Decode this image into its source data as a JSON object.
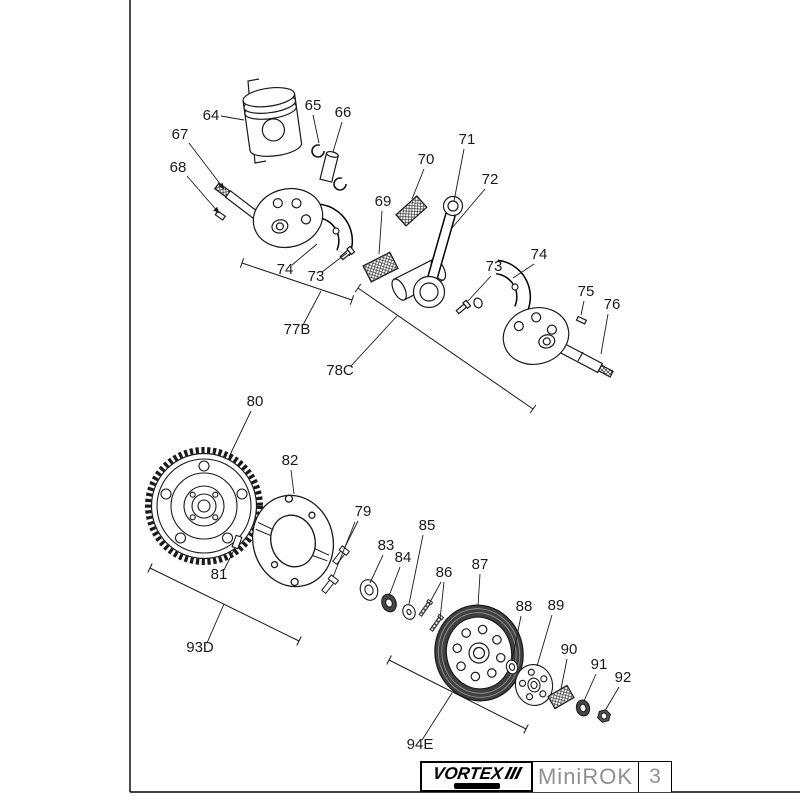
{
  "footer": {
    "brand": "VORTEX",
    "model": "MiniROK",
    "page_number": "3"
  },
  "colors": {
    "line": "#1a1a1a",
    "drum_fill": "#3f3f3f",
    "footer_text": "#909090"
  },
  "diagram": {
    "labels": [
      {
        "text": "64"
      },
      {
        "text": "65"
      },
      {
        "text": "66"
      },
      {
        "text": "67"
      },
      {
        "text": "68"
      },
      {
        "text": "69"
      },
      {
        "text": "70"
      },
      {
        "text": "71"
      },
      {
        "text": "72"
      },
      {
        "text": "73"
      },
      {
        "text": "74"
      },
      {
        "text": "73"
      },
      {
        "text": "74"
      },
      {
        "text": "75"
      },
      {
        "text": "76"
      },
      {
        "text": "77B"
      },
      {
        "text": "78C"
      },
      {
        "text": "80"
      },
      {
        "text": "82"
      },
      {
        "text": "79"
      },
      {
        "text": "81"
      },
      {
        "text": "83"
      },
      {
        "text": "84"
      },
      {
        "text": "85"
      },
      {
        "text": "86"
      },
      {
        "text": "87"
      },
      {
        "text": "88"
      },
      {
        "text": "89"
      },
      {
        "text": "90"
      },
      {
        "text": "91"
      },
      {
        "text": "92"
      },
      {
        "text": "93D"
      },
      {
        "text": "94E"
      }
    ]
  }
}
